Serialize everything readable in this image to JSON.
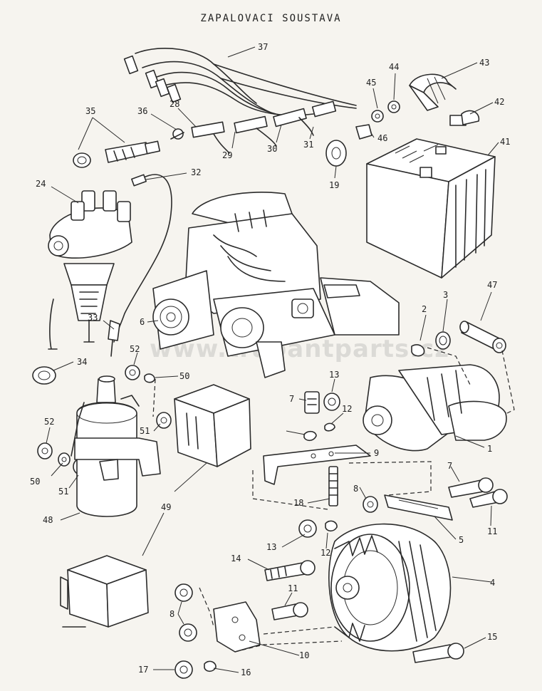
{
  "title": "ZAPALOVACI SOUSTAVA",
  "watermark": "www.trabantparts.cz",
  "callouts": [
    "37",
    "35",
    "36",
    "28",
    "29",
    "30",
    "31",
    "45",
    "44",
    "43",
    "42",
    "46",
    "41",
    "19",
    "24",
    "32",
    "33",
    "6",
    "47",
    "3",
    "2",
    "34",
    "52",
    "50",
    "51",
    "13",
    "7",
    "12",
    "9",
    "1",
    "52",
    "50",
    "51",
    "48",
    "49",
    "18",
    "8",
    "7",
    "11",
    "5",
    "13",
    "12",
    "14",
    "11",
    "4",
    "8",
    "10",
    "15",
    "17",
    "16"
  ]
}
